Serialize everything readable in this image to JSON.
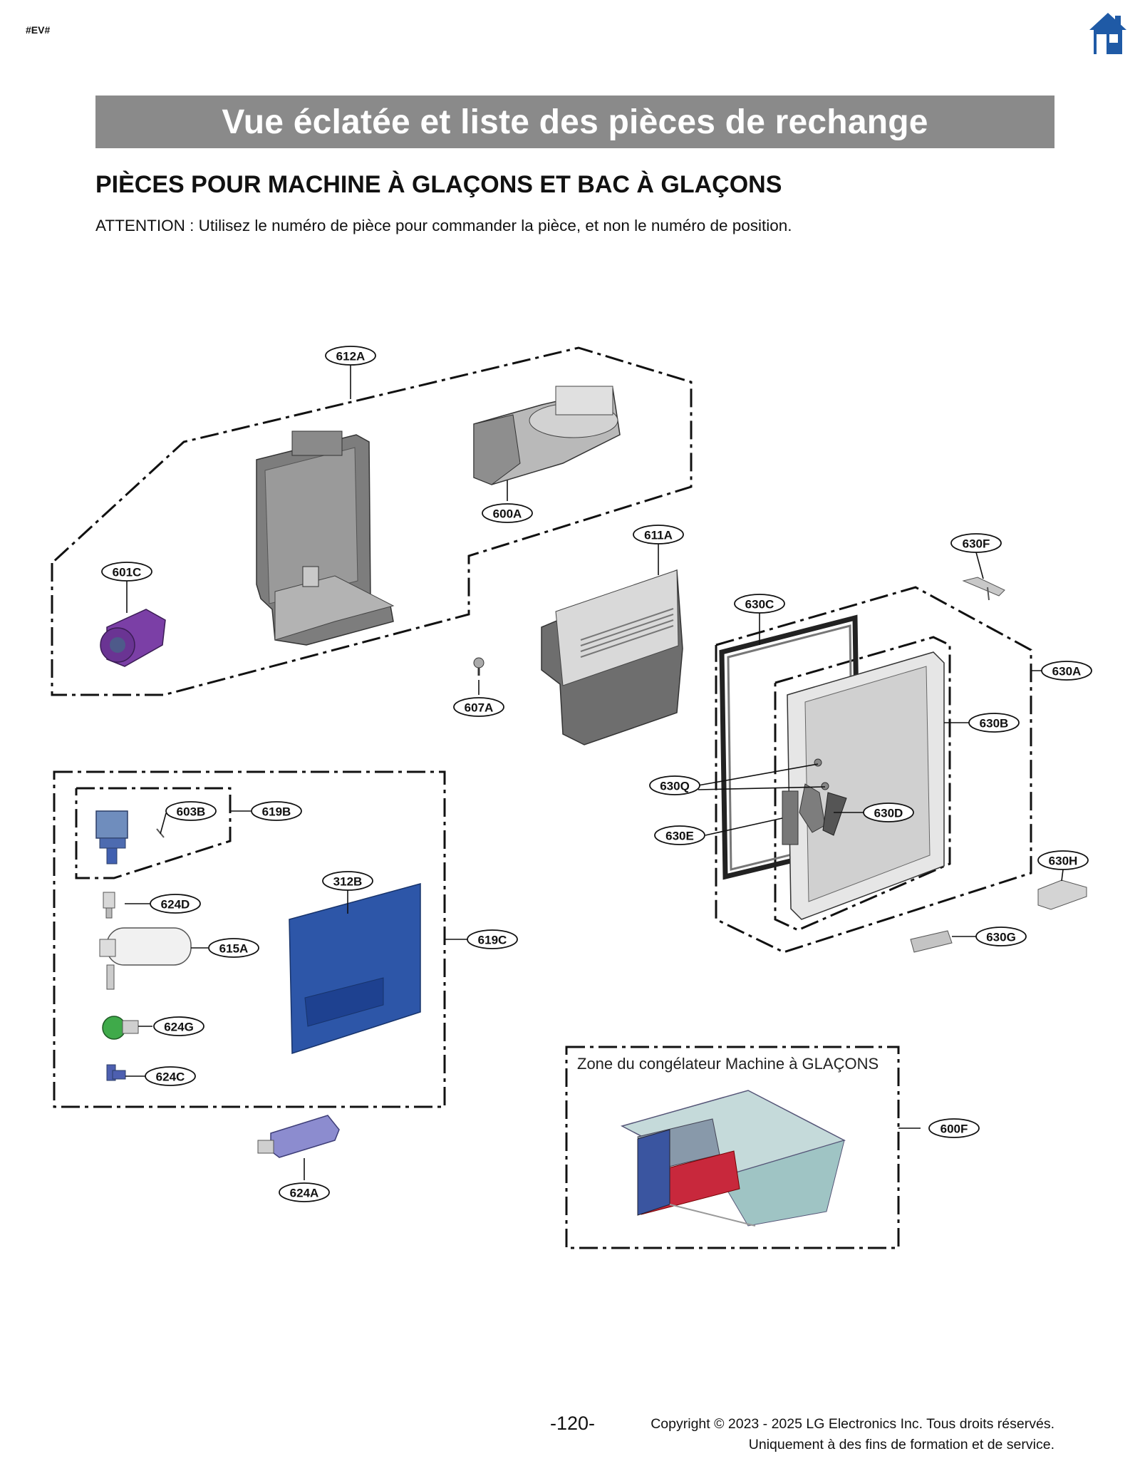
{
  "header": {
    "tag": "#EV#",
    "home_icon": "home-icon",
    "banner_title": "Vue éclatée et liste des pièces de rechange",
    "section_title": "PIÈCES POUR MACHINE À GLAÇONS ET BAC À GLAÇONS",
    "caution": "ATTENTION : Utilisez le numéro de pièce pour commander la pièce, et non le numéro de position."
  },
  "colors": {
    "banner": "#8a8a8a",
    "home_icon": "#1f5aa6",
    "cover_blue": "#2d56a8",
    "motor_purple": "#7b3fa6",
    "fitting_green": "#3faa4a",
    "evaporator_red": "#c8283c"
  },
  "diagram": {
    "zone_title": "Zone du congélateur Machine à GLAÇONS",
    "callouts": {
      "c612A": "612A",
      "c600A": "600A",
      "c601C": "601C",
      "c611A": "611A",
      "c607A": "607A",
      "c630F": "630F",
      "c630C": "630C",
      "c630A": "630A",
      "c630B": "630B",
      "c630Q": "630Q",
      "c630D": "630D",
      "c630E": "630E",
      "c630H": "630H",
      "c630G": "630G",
      "c603B": "603B",
      "c619B": "619B",
      "c312B": "312B",
      "c624D": "624D",
      "c615A": "615A",
      "c619C": "619C",
      "c624G": "624G",
      "c624C": "624C",
      "c624A": "624A",
      "c600F": "600F"
    }
  },
  "footer": {
    "page_number": "-120-",
    "copyright_line1": "Copyright © 2023 - 2025 LG Electronics Inc. Tous droits réservés.",
    "copyright_line2": "Uniquement à des fins de formation et de service."
  }
}
